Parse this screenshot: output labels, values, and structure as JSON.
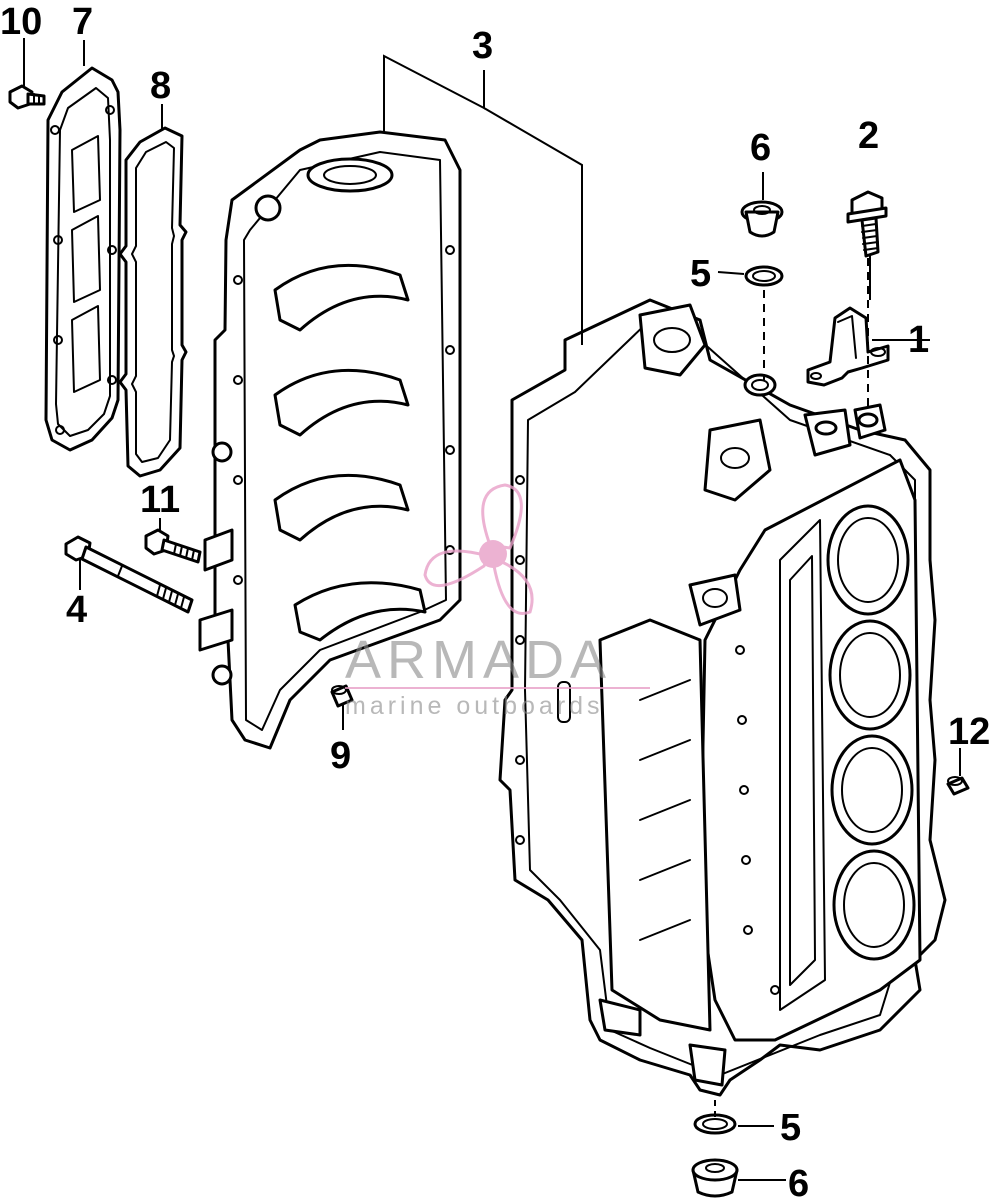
{
  "diagram": {
    "callouts": [
      {
        "id": "c1",
        "label": "1"
      },
      {
        "id": "c2",
        "label": "2"
      },
      {
        "id": "c3",
        "label": "3"
      },
      {
        "id": "c4",
        "label": "4"
      },
      {
        "id": "c5a",
        "label": "5"
      },
      {
        "id": "c5b",
        "label": "5"
      },
      {
        "id": "c6a",
        "label": "6"
      },
      {
        "id": "c6b",
        "label": "6"
      },
      {
        "id": "c7",
        "label": "7"
      },
      {
        "id": "c8",
        "label": "8"
      },
      {
        "id": "c9",
        "label": "9"
      },
      {
        "id": "c10",
        "label": "10"
      },
      {
        "id": "c11",
        "label": "11"
      },
      {
        "id": "c12",
        "label": "12"
      }
    ]
  },
  "watermark": {
    "name": "ARMADA",
    "tagline": "marine outboards",
    "logo_color": "#e8a0c8"
  }
}
